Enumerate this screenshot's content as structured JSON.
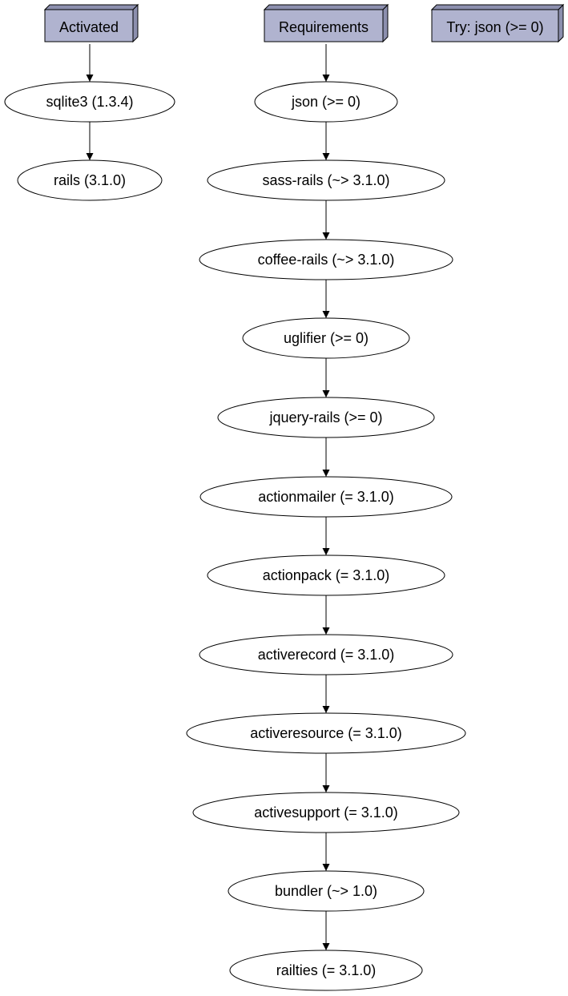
{
  "colors": {
    "background": "#ffffff",
    "box_fill": "#b0b3cf",
    "box_side": "#8c8fae",
    "stroke": "#000000"
  },
  "headers": {
    "activated": "Activated",
    "requirements": "Requirements",
    "try": "Try: json (>= 0)"
  },
  "activated": [
    "sqlite3 (1.3.4)",
    "rails (3.1.0)"
  ],
  "requirements": [
    "json (>= 0)",
    "sass-rails (~> 3.1.0)",
    "coffee-rails (~> 3.1.0)",
    "uglifier (>= 0)",
    "jquery-rails (>= 0)",
    "actionmailer (= 3.1.0)",
    "actionpack (= 3.1.0)",
    "activerecord (= 3.1.0)",
    "activeresource (= 3.1.0)",
    "activesupport (= 3.1.0)",
    "bundler (~> 1.0)",
    "railties (= 3.1.0)"
  ]
}
